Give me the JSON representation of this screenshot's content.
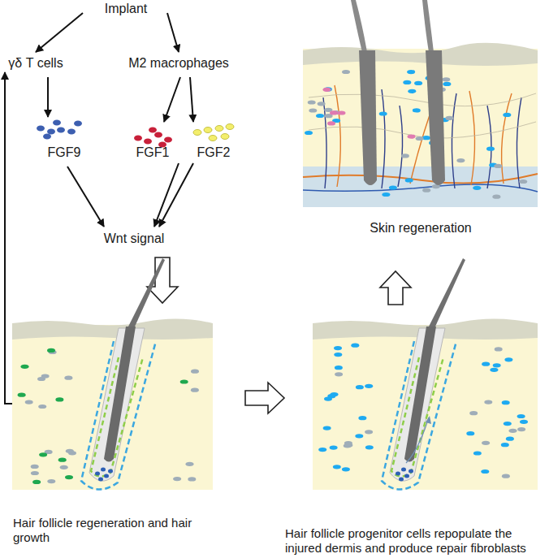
{
  "diagram": {
    "nodes": [
      {
        "text": [
          "Implant"
        ]
      },
      {
        "text": [
          "γδ T cells"
        ]
      },
      {
        "text": [
          "M2 macrophages"
        ]
      },
      {
        "text": [
          "FGF9"
        ]
      },
      {
        "text": [
          "FGF1"
        ]
      },
      {
        "text": [
          "FGF2"
        ]
      },
      {
        "text": [
          "Wnt signal"
        ]
      },
      {
        "text": [
          "Skin regeneration"
        ]
      },
      {
        "text": [
          "Hair follicle regeneration and hair growth"
        ]
      },
      {
        "text": [
          "Hair follicle progenitor cells repopulate the injured dermis and produce repair fibroblasts"
        ]
      }
    ],
    "edges": [
      {
        "from": 0,
        "to": 1,
        "arrow": "to"
      },
      {
        "from": 0,
        "to": 2,
        "arrow": "to"
      },
      {
        "from": 1,
        "to": 3,
        "arrow": "to"
      },
      {
        "from": 2,
        "to": 4,
        "arrow": "to"
      },
      {
        "from": 2,
        "to": 5,
        "arrow": "to"
      },
      {
        "from": 3,
        "to": 6,
        "arrow": "to"
      },
      {
        "from": 4,
        "to": 6,
        "arrow": "to"
      },
      {
        "from": 5,
        "to": 6,
        "arrow": "to"
      },
      {
        "from": 6,
        "to": 8,
        "arrow": "to"
      },
      {
        "from": 8,
        "to": 1,
        "arrow": "to"
      },
      {
        "from": 8,
        "to": 9,
        "arrow": "to"
      },
      {
        "from": 9,
        "to": 7,
        "arrow": "to"
      }
    ]
  }
}
